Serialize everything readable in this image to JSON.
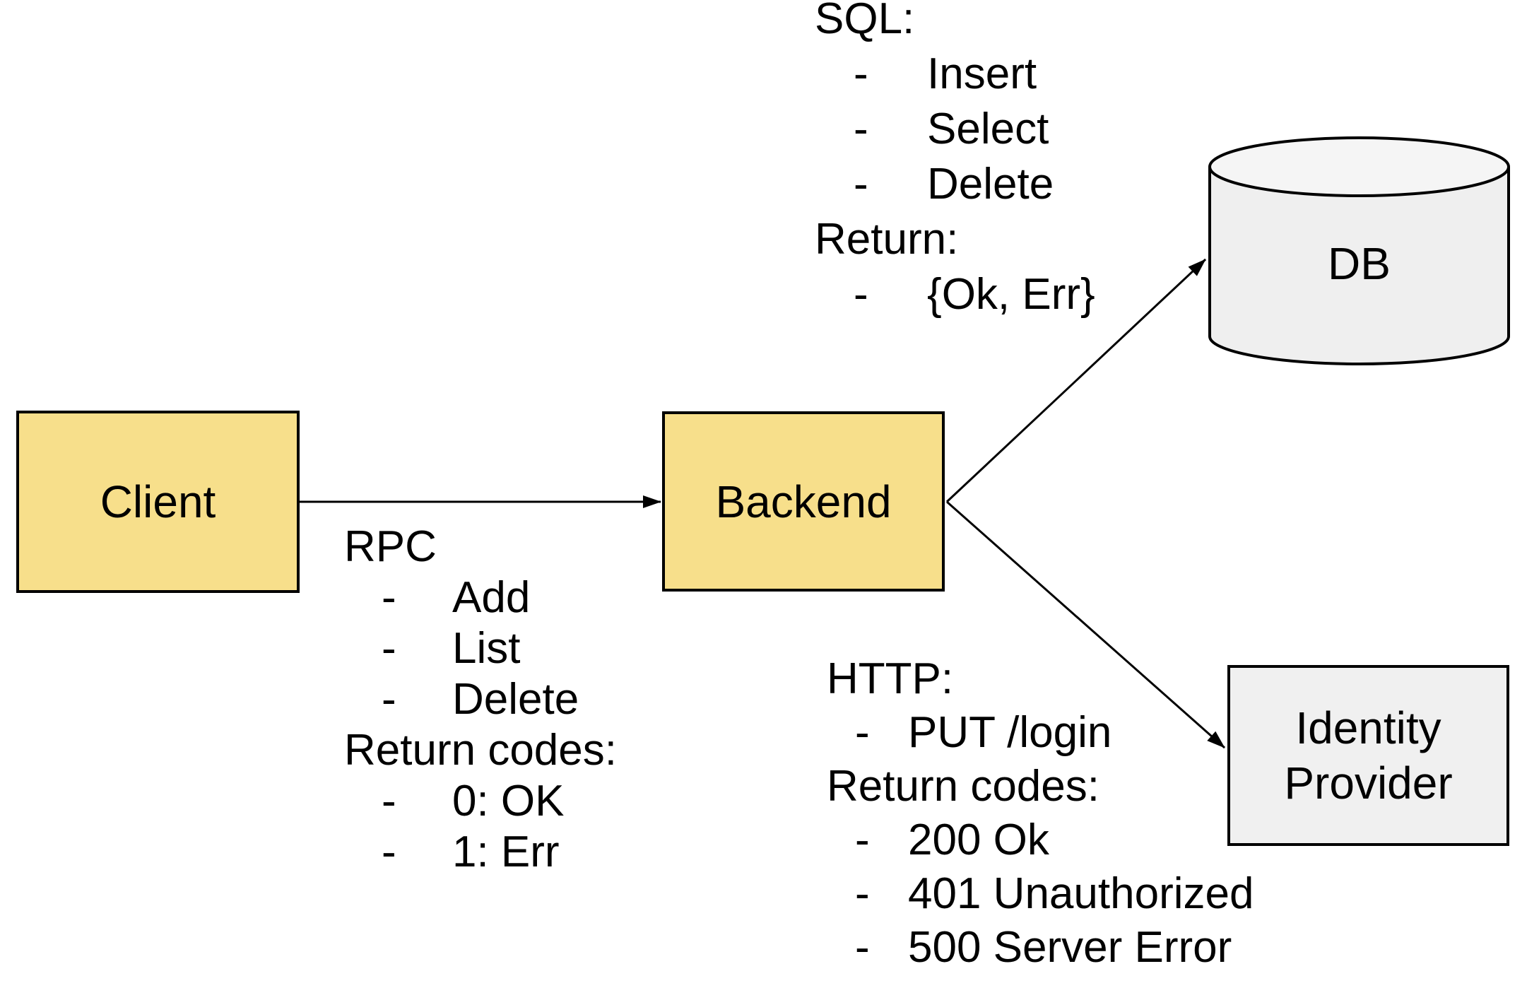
{
  "bullet_char": "-",
  "colors": {
    "shape_yellow": "#F7DF8B",
    "shape_gray": "#F0F0F0",
    "cylinder_side": "#EFEFEF",
    "cylinder_top": "#F5F5F5",
    "stroke_black": "#000000"
  },
  "nodes": {
    "client": {
      "label": "Client"
    },
    "backend": {
      "label": "Backend"
    },
    "db": {
      "label": "DB"
    },
    "identity_provider": {
      "label": "Identity Provider",
      "label_lines": [
        "Identity",
        "Provider"
      ]
    }
  },
  "annotations": {
    "sql": {
      "title": "SQL:",
      "items": [
        "Insert",
        "Select",
        "Delete"
      ],
      "return_title": "Return:",
      "return_items": [
        "{Ok, Err}"
      ]
    },
    "rpc": {
      "title": "RPC",
      "items": [
        "Add",
        "List",
        "Delete"
      ],
      "return_title": "Return codes:",
      "return_items": [
        "0: OK",
        "1: Err"
      ]
    },
    "http": {
      "title": "HTTP:",
      "items": [
        "PUT /login"
      ],
      "return_title": "Return codes:",
      "return_items": [
        "200 Ok",
        "401 Unauthorized",
        "500 Server Error"
      ]
    }
  }
}
